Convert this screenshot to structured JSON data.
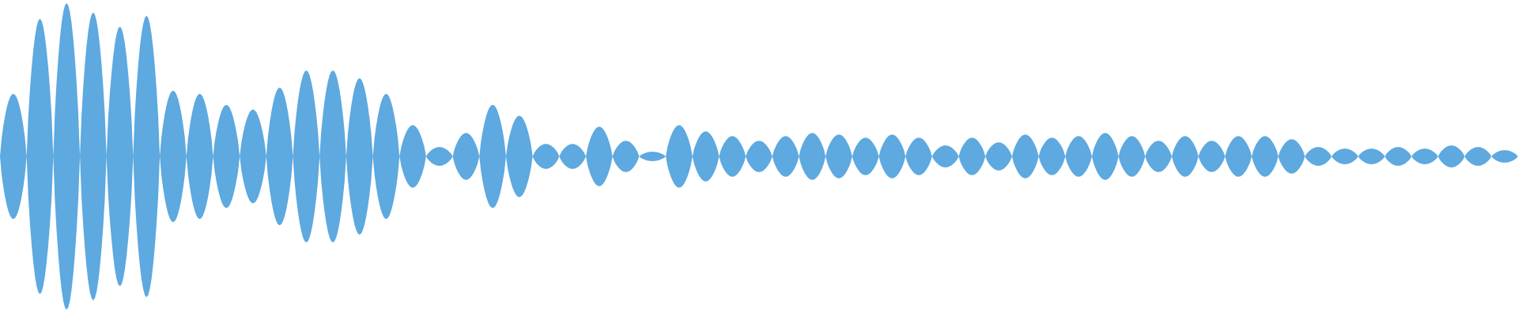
{
  "waveform": {
    "color": "#5DA9E0",
    "peaks": [
      0.4,
      0.88,
      0.98,
      0.92,
      0.83,
      0.9,
      0.42,
      0.4,
      0.33,
      0.3,
      0.44,
      0.55,
      0.55,
      0.5,
      0.4,
      0.2,
      0.06,
      0.15,
      0.33,
      0.26,
      0.08,
      0.08,
      0.19,
      0.1,
      0.03,
      0.2,
      0.16,
      0.13,
      0.1,
      0.13,
      0.15,
      0.14,
      0.12,
      0.14,
      0.12,
      0.07,
      0.12,
      0.09,
      0.14,
      0.12,
      0.13,
      0.15,
      0.13,
      0.1,
      0.13,
      0.1,
      0.13,
      0.13,
      0.11,
      0.06,
      0.05,
      0.05,
      0.06,
      0.05,
      0.07,
      0.06,
      0.04
    ]
  }
}
